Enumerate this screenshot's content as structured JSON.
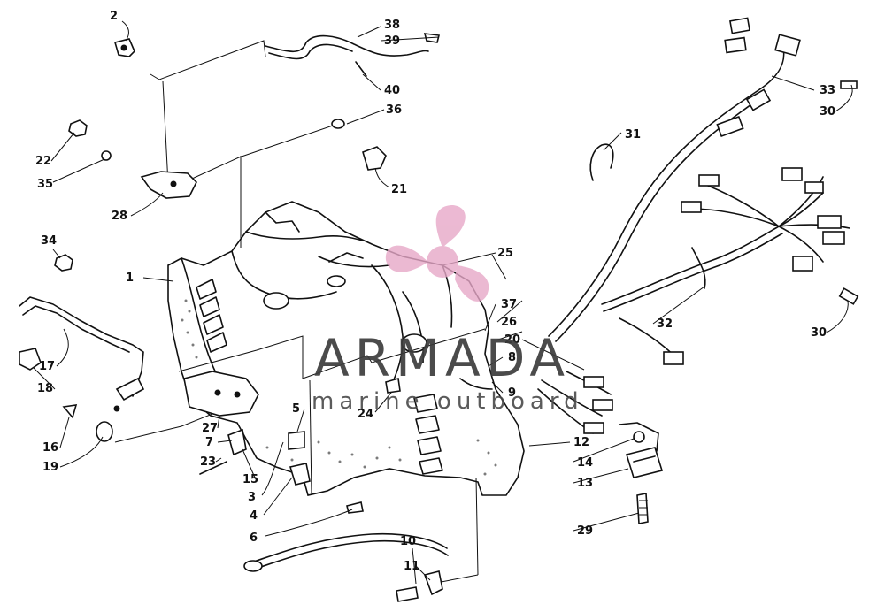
{
  "diagram": {
    "callouts": [
      "1",
      "2",
      "3",
      "4",
      "5",
      "6",
      "7",
      "8",
      "9",
      "10",
      "11",
      "12",
      "13",
      "14",
      "15",
      "16",
      "17",
      "18",
      "19",
      "20",
      "21",
      "22",
      "23",
      "24",
      "25",
      "26",
      "27",
      "28",
      "29",
      "30",
      "30",
      "31",
      "32",
      "33",
      "34",
      "35",
      "36",
      "37",
      "38",
      "39",
      "40"
    ]
  },
  "watermark": {
    "brand": "ARMADA",
    "tagline": "marine outboard",
    "logo_color": "#e7a8c8"
  }
}
